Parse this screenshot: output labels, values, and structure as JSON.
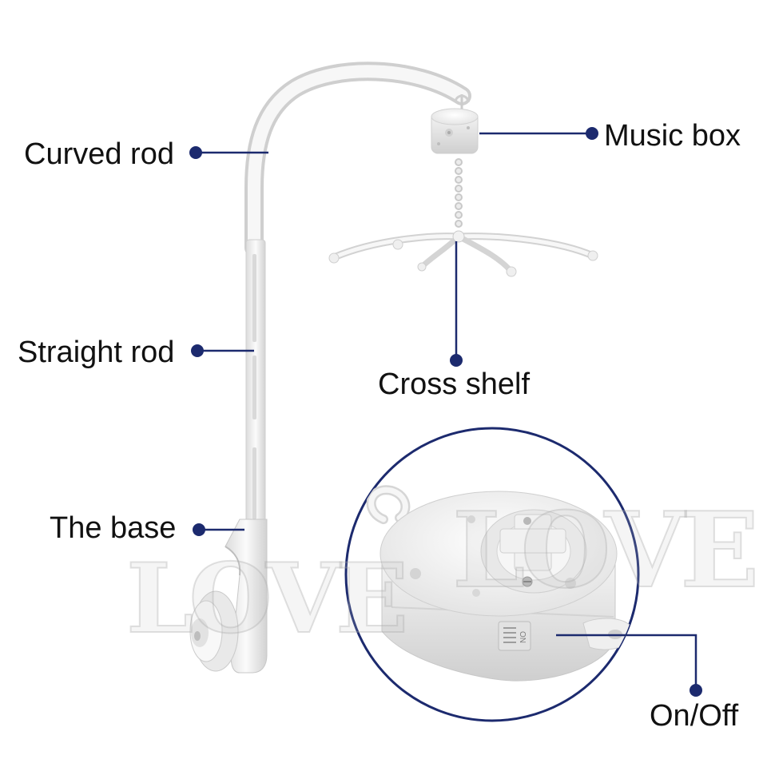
{
  "labels": {
    "curved_rod": "Curved rod",
    "straight_rod": "Straight rod",
    "the_base": "The base",
    "music_box": "Music box",
    "cross_shelf": "Cross shelf",
    "on_off": "On/Off"
  },
  "switch_text": "ON",
  "watermark": "LOVE",
  "colors": {
    "leader_line": "#1c2a6e",
    "leader_dot": "#1c2a6e",
    "circle_border": "#1c2a6e",
    "plastic": "#f4f4f4",
    "plastic_shadow": "#d6d6d6",
    "text": "#111111"
  }
}
